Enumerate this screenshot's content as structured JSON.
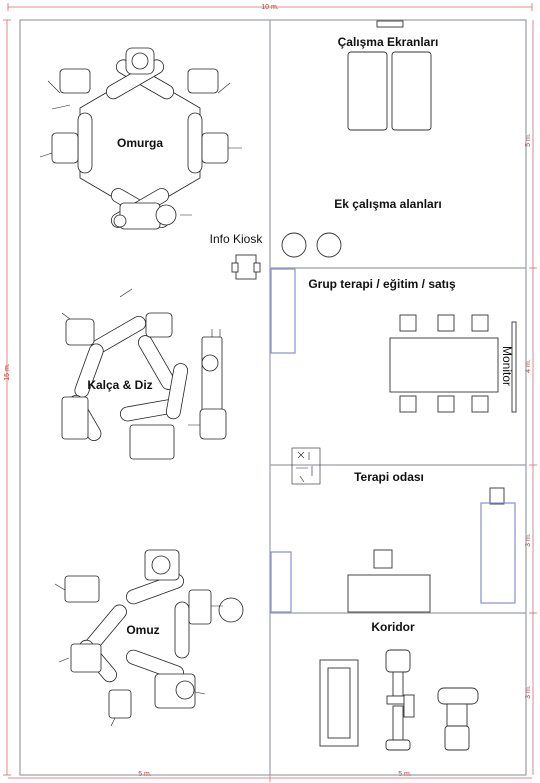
{
  "dimensions": {
    "top": "10 m.",
    "left": "15 m.",
    "bottom_left": "5 m.",
    "bottom_right": "5 m.",
    "right_top": "5 m.",
    "right_mid": "4 m.",
    "right_lower": "3 m.",
    "right_bottom": "3 m."
  },
  "zones": {
    "omurga": "Omurga",
    "kalca_diz": "Kalça & Diz",
    "omuz": "Omuz",
    "calisma_ekranlari": "Çalışma Ekranları",
    "ek_calisma": "Ek çalışma alanları",
    "info_kiosk": "Info Kiosk",
    "grup_terapi": "Grup terapi / eğitim / satış",
    "monitor": "Monitor",
    "terapi_odasi": "Terapi odası",
    "koridor": "Koridor"
  },
  "colors": {
    "dimension": "#c0392b",
    "wall": "#9aa0a6"
  }
}
